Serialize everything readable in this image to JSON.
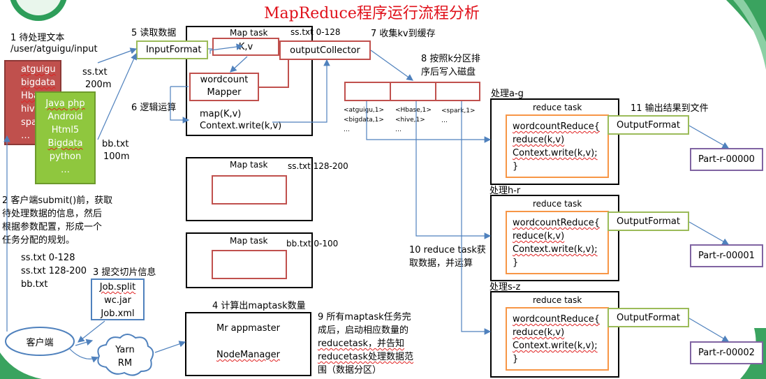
{
  "title": "MapReduce程序运行流程分析",
  "step1": {
    "label": "1 待处理文本",
    "path": "/user/atguigu/input"
  },
  "file_ss": {
    "name": "ss.txt",
    "size": "200m",
    "lines": [
      "atguigu",
      "bigdata",
      "Hbase",
      "hive",
      "spark",
      "…"
    ]
  },
  "file_bb": {
    "name": "bb.txt",
    "size": "100m",
    "lines": [
      "Java php",
      "Android",
      "Html5",
      "Bigdata",
      "python",
      "…"
    ]
  },
  "step2": [
    "2 客户端submit()前，获取",
    "待处理数据的信息，然后",
    "根据参数配置，形成一个",
    "任务分配的规划。"
  ],
  "splits": [
    "ss.txt  0-128",
    "ss.txt  128-200",
    "bb.txt"
  ],
  "step3": {
    "label": "3 提交切片信息",
    "files": [
      "Job.split",
      "wc.jar",
      "Job.xml"
    ]
  },
  "client": "客户端",
  "yarn": {
    "line1": "Yarn",
    "line2": "RM"
  },
  "step4": "4 计算出maptask数量",
  "appmaster": {
    "mr": "Mr appmaster",
    "nm": "NodeManager"
  },
  "step5": "5 读取数据",
  "step6": "6 逻辑运算",
  "step7": "7 收集kv到缓存",
  "step8": [
    "8 按照k分区排",
    "序后写入磁盘"
  ],
  "step9": [
    "9 所有maptask任务完",
    "成后，启动相应数量的",
    "reducetask，并告知",
    "reducetask处理数据范",
    "围（数据分区）"
  ],
  "step10": [
    "10 reduce task获",
    "取数据，并运算"
  ],
  "step11": "11 输出结果到文件",
  "maptask1": {
    "title": "Map task",
    "range": "ss.txt 0-128",
    "input_format": "InputFormat",
    "kv": "K,v",
    "collector": "outputCollector",
    "mapper_line1": "wordcount",
    "mapper_line2": "Mapper",
    "map_code1": "map(K,v)",
    "map_code2": "Context.write(k,v)"
  },
  "maptask2": {
    "title": "Map task",
    "range": "ss.txt 128-200"
  },
  "maptask3": {
    "title": "Map task",
    "range": "bb.txt 0-100"
  },
  "partitions": {
    "p1": [
      "<atguigu,1>",
      "<bigdata,1>",
      "…"
    ],
    "p2": [
      "<Hbase,1>",
      "<hive,1>",
      "…"
    ],
    "p3": [
      "<spark,1>",
      "…"
    ]
  },
  "reducers": [
    {
      "range": "处理a-g",
      "title": "reduce task",
      "code": [
        "wordcountReduce{",
        "reduce(k,v)",
        "Context.write(k,v);",
        "}"
      ],
      "output_format": "OutputFormat",
      "part": "Part-r-00000"
    },
    {
      "range": "处理h-r",
      "title": "reduce task",
      "code": [
        "wordcountReduce{",
        "reduce(k,v)",
        "Context.write(k,v);",
        "}"
      ],
      "output_format": "OutputFormat",
      "part": "Part-r-00001"
    },
    {
      "range": "处理s-z",
      "title": "reduce task",
      "code": [
        "wordcountReduce{",
        "reduce(k,v)",
        "Context.write(k,v);",
        "}"
      ],
      "output_format": "OutputFormat",
      "part": "Part-r-00002"
    }
  ],
  "colors": {
    "title": "#e0101a",
    "red_box": "#c0504d",
    "green_box": "#9bbb59",
    "orange_box": "#f79646",
    "purple_box": "#8064a2",
    "blue_box": "#4f81bd",
    "arrow": "#4f81bd"
  }
}
